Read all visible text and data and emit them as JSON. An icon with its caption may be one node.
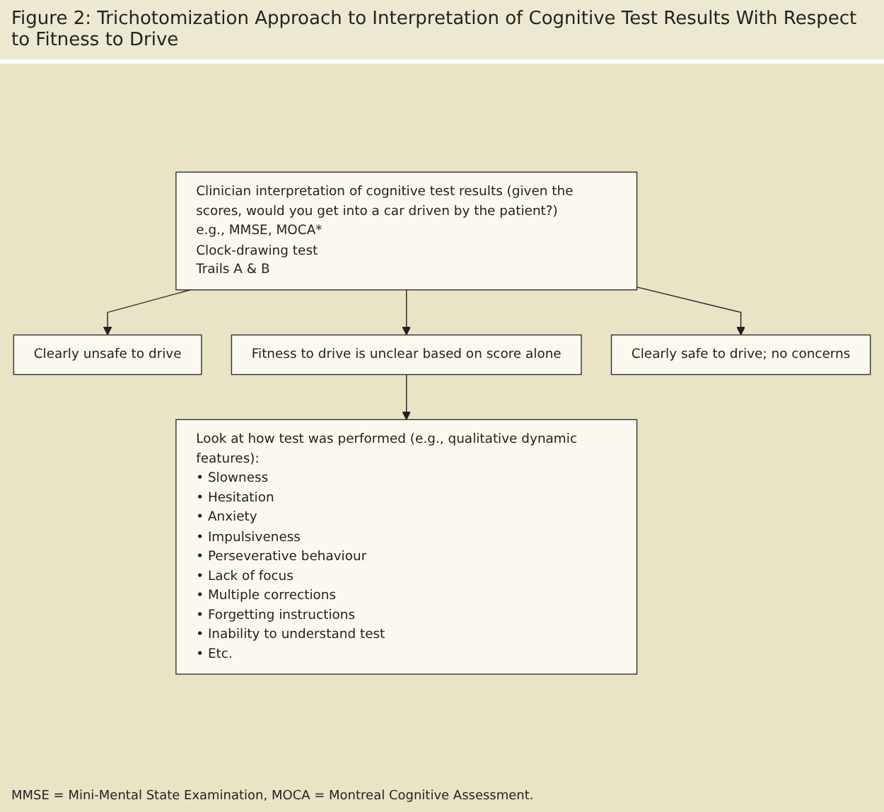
{
  "diagram": {
    "title": "Figure 2: Trichotomization Approach to Interpretation of Cognitive Test Results With Respect to Fitness to Drive",
    "caption": "MMSE = Mini-Mental State Examination, MOCA = Montreal Cognitive Assessment.",
    "nodes": [
      {
        "text": [
          "Clinician interpretation of cognitive test results (given the scores, would you get into a car driven by the patient?)",
          "e.g., MMSE, MOCA*",
          "Clock-drawing test",
          "Trails A & B"
        ]
      },
      {
        "text": [
          "Clearly unsafe to drive"
        ]
      },
      {
        "text": [
          "Fitness to drive is unclear based on score alone"
        ]
      },
      {
        "text": [
          "Clearly safe to drive; no concerns"
        ]
      },
      {
        "text": [
          "Look at how test was performed (e.g., qualitative dynamic features):",
          "• Slowness",
          "• Hesitation",
          "• Anxiety",
          "• Impulsiveness",
          "• Perseverative behaviour",
          "• Lack of focus",
          "• Multiple corrections",
          "• Forgetting instructions",
          "• Inability to understand test",
          "• Etc."
        ]
      }
    ],
    "edges": [
      {
        "from": 0,
        "to": 1,
        "arrow": "to"
      },
      {
        "from": 0,
        "to": 2,
        "arrow": "to"
      },
      {
        "from": 0,
        "to": 3,
        "arrow": "to"
      },
      {
        "from": 2,
        "to": 4,
        "arrow": "to"
      }
    ]
  }
}
